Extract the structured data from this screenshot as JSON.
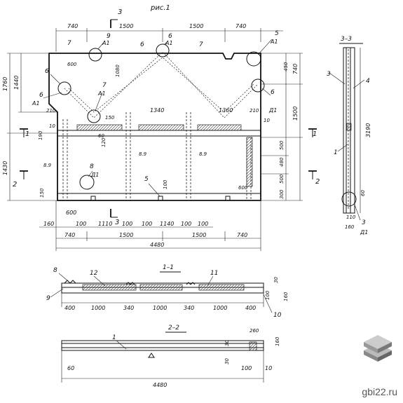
{
  "figure_title": "рис.1",
  "section_labels": {
    "s3_top": "3",
    "s3_bottom": "3",
    "s1_left": "1",
    "s1_right": "1",
    "s2_left": "2",
    "s2_right": "2",
    "view_33": "3–3",
    "view_11": "1–1",
    "view_22": "2–2"
  },
  "top_dims": [
    "740",
    "1500",
    "1500",
    "740"
  ],
  "left_dims": [
    "1760",
    "1440",
    "1430"
  ],
  "right_dims": [
    "740",
    "1500",
    "500",
    "480",
    "500",
    "300",
    "450"
  ],
  "bottom_dims_row1": [
    "600",
    "160",
    "100",
    "1110",
    "100",
    "100",
    "1140",
    "100",
    "100"
  ],
  "bottom_dims_row2": [
    "740",
    "1500",
    "1500",
    "740"
  ],
  "overall_length": "4480",
  "inner_dims": [
    "600",
    "1080",
    "1340",
    "1360",
    "210",
    "210",
    "150",
    "120",
    "60",
    "10",
    "10",
    "8.9",
    "8.9",
    "8.9",
    "100",
    "100",
    "600",
    "150",
    "190",
    "450",
    "150"
  ],
  "callouts": {
    "c9": "9",
    "a1_1": "А1",
    "c6_top": "6",
    "a1_2": "А1",
    "c7_top": "7",
    "c5": "5",
    "a1_3": "А1",
    "c6_left": "6",
    "c6_left2": "6",
    "a1_4": "А1",
    "c7_mid": "7",
    "a1_5": "А1",
    "c6_right": "6",
    "a1_6": "Д1",
    "c8": "8",
    "a1_7": "Д1",
    "c5_bottom": "5",
    "c7_left": "7"
  },
  "section33": {
    "labels": [
      "3",
      "4",
      "1",
      "3",
      "Д1"
    ],
    "dims": [
      "3190",
      "60",
      "110",
      "160"
    ]
  },
  "section11": {
    "labels": [
      "8",
      "12",
      "11",
      "9",
      "10"
    ],
    "dims": [
      "400",
      "1000",
      "340",
      "1000",
      "340",
      "1000",
      "400",
      "30",
      "160",
      "100"
    ]
  },
  "section22": {
    "labels": [
      "1"
    ],
    "dims": [
      "260",
      "160",
      "30",
      "30",
      "60",
      "100",
      "10",
      "4480"
    ]
  },
  "watermark": "gbi22.ru",
  "logo_icon": "stacked-slabs-icon"
}
